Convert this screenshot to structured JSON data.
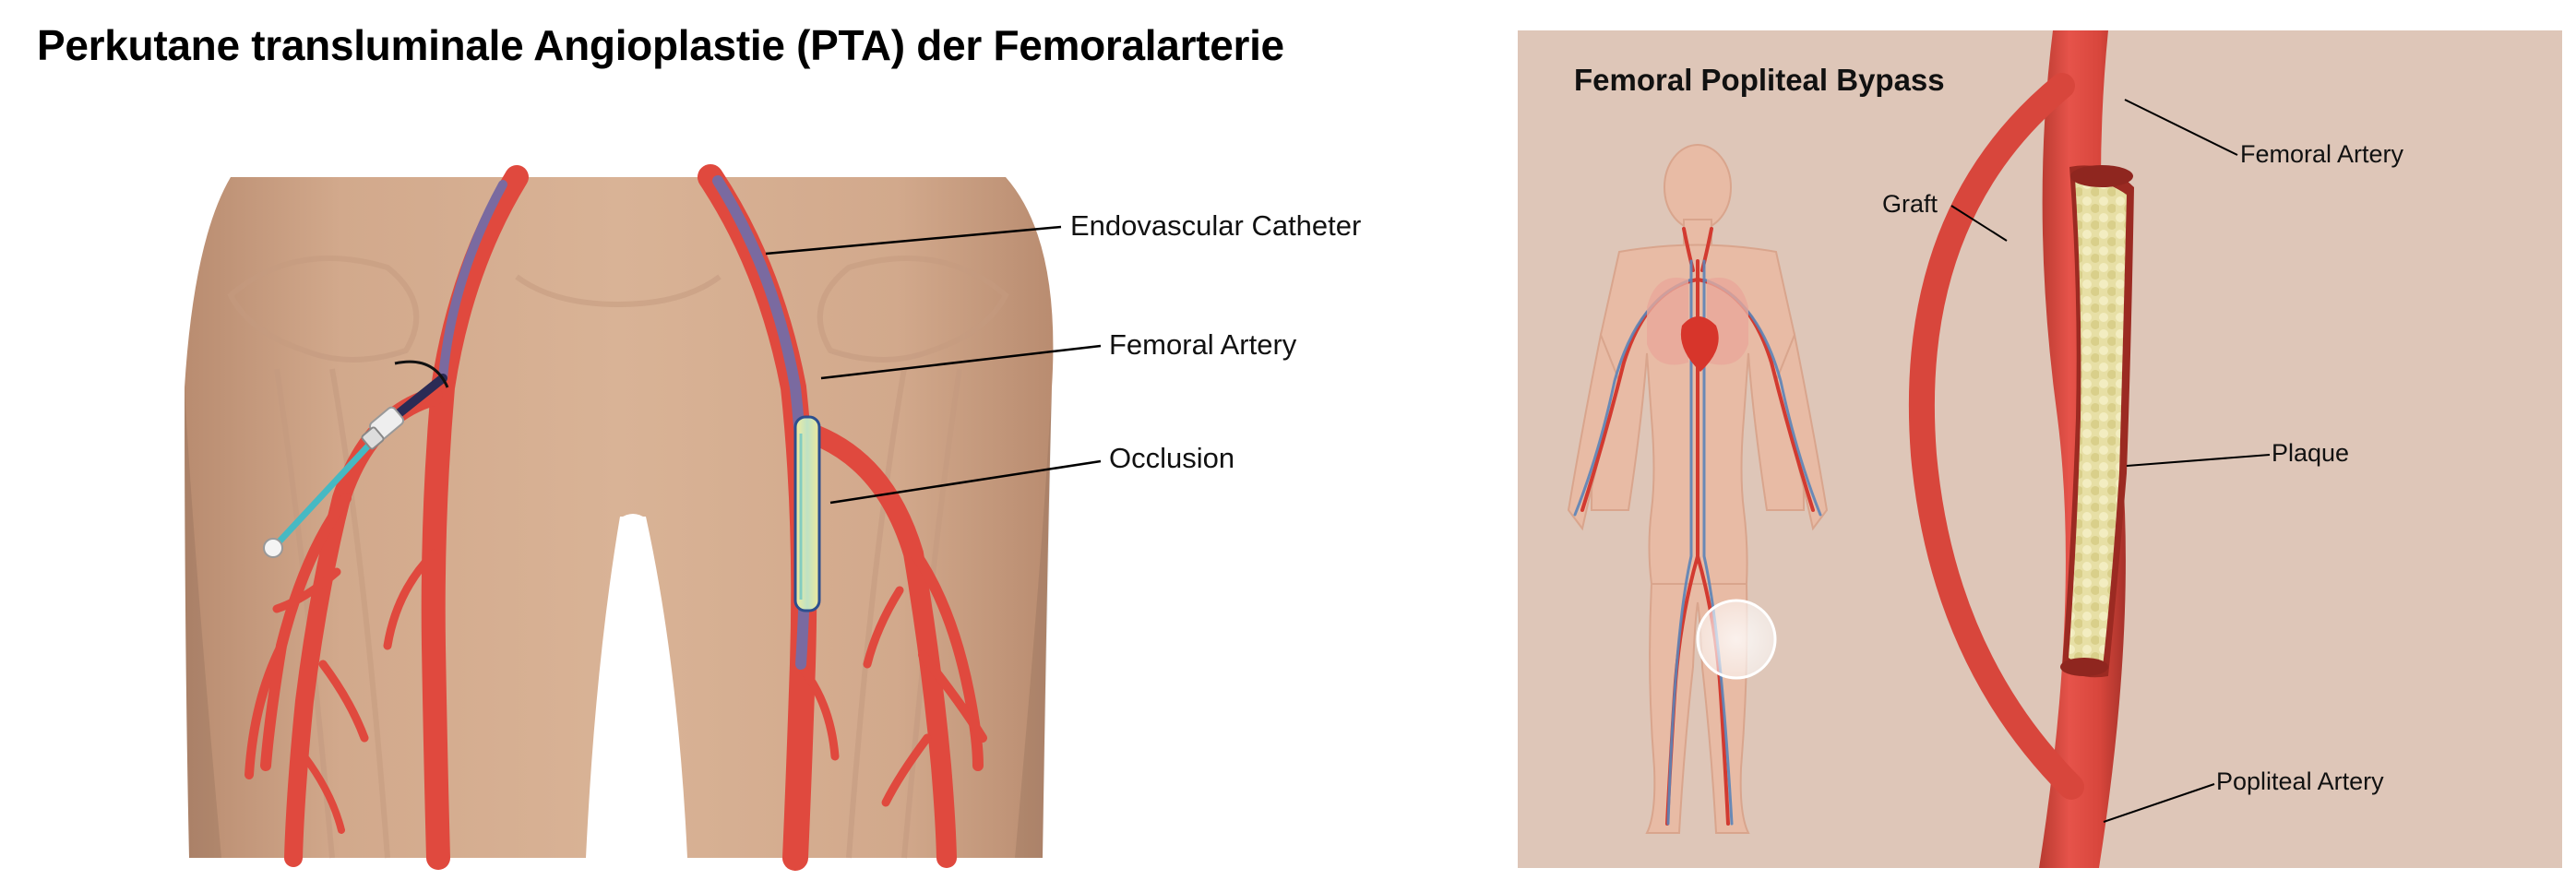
{
  "left_panel": {
    "title": "Perkutane transluminale Angioplastie (PTA) der Femoralarterie",
    "labels": {
      "catheter": "Endovascular Catheter",
      "femoral_artery": "Femoral Artery",
      "occlusion": "Occlusion"
    }
  },
  "right_panel": {
    "title": "Femoral Popliteal Bypass",
    "labels": {
      "graft": "Graft",
      "femoral_artery": "Femoral Artery",
      "plaque": "Plaque",
      "popliteal_artery": "Popliteal Artery"
    }
  },
  "colors": {
    "skin": "#d3a98b",
    "artery": "#e0493e",
    "bypass_bg": "#dec6b8",
    "catheter": "#3fb7c2",
    "plaque": "#e9e2a4"
  }
}
